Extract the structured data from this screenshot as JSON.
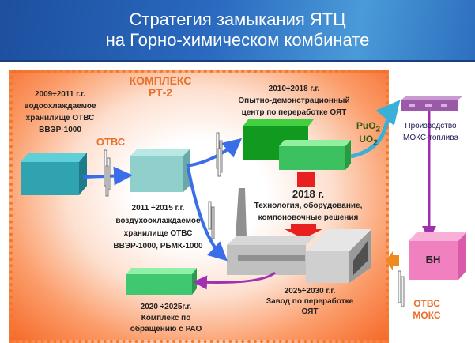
{
  "header": {
    "title_line1": "Стратегия замыкания ЯТЦ",
    "title_line2": "на  Горно-химическом комбинате"
  },
  "complex": {
    "line1": "КОМПЛЕКС",
    "line2": "РТ-2"
  },
  "wet_storage": {
    "years": "2009÷2011 г.г.",
    "line1": "водоохлаждаемое",
    "line2": "хранилище ОТВС",
    "line3": "ВВЭР-1000"
  },
  "otvs_label": "ОТВС",
  "pilot_center": {
    "years": "2010÷2018 г.г.",
    "line1": "Опытно-демонстрационный",
    "line2": "центр по переработке ОЯТ"
  },
  "oxides": {
    "puo2": "PuO",
    "uo2": "UO",
    "sub": "2"
  },
  "mox_production": {
    "line1": "Производство",
    "line2": "МОКС-топлива"
  },
  "tech_2018": {
    "year": "2018 г.",
    "line1": "Технология, оборудование,",
    "line2": "компоновочные решения"
  },
  "dry_storage": {
    "years": "2011 ÷2015 г.г.",
    "line1": "воздухоохлаждаемое",
    "line2": "хранилище ОТВС",
    "line3": "ВВЭР-1000, РБМК-1000"
  },
  "bn": {
    "label": "БН"
  },
  "plant": {
    "years": "2025÷2030 г.г.",
    "line1": "Завод по переработке",
    "line2": "ОЯТ"
  },
  "rao": {
    "years": "2020 ÷2025г.г.",
    "line1": "Комплекс по",
    "line2": "обращению с РАО"
  },
  "mox_fa": {
    "line1": "ОТВС",
    "line2": "МОКС"
  }
}
